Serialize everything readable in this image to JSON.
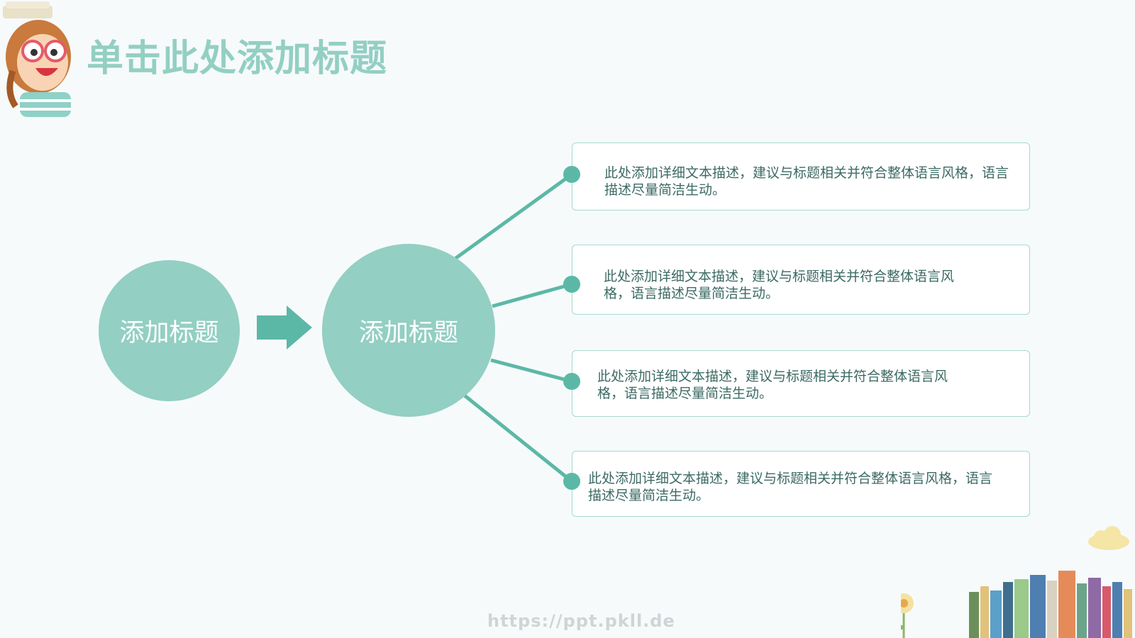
{
  "title": "单击此处添加标题",
  "diagram": {
    "left_circle_label": "添加标题",
    "right_circle_label": "添加标题",
    "items": [
      {
        "text": "此处添加详细文本描述，建议与标题相关并符合整体语言风格，语言描述尽量简洁生动。"
      },
      {
        "text": "此处添加详细文本描述，建议与标题相关并符合整体语言风格，语言描述尽量简洁生动。"
      },
      {
        "text": "此处添加详细文本描述，建议与标题相关并符合整体语言风格，语言描述尽量简洁生动。"
      },
      {
        "text": "此处添加详细文本描述，建议与标题相关并符合整体语言风格，语言描述尽量简洁生动。"
      }
    ]
  },
  "watermark": "https://ppt.pkll.de",
  "colors": {
    "accent": "#93cfc3",
    "line": "#5cb8a6",
    "text": "#3c6a64",
    "background": "#f6fafb"
  }
}
